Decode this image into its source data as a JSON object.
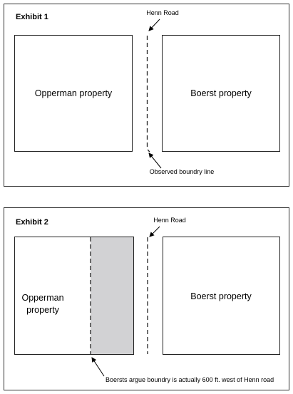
{
  "exhibit1": {
    "title": "Exhibit 1",
    "road_label": "Henn Road",
    "left_property": "Opperman property",
    "right_property": "Boerst property",
    "boundary_label": "Observed boundry line"
  },
  "exhibit2": {
    "title": "Exhibit 2",
    "road_label": "Henn Road",
    "left_property_line1": "Opperman",
    "left_property_line2": "property",
    "right_property": "Boerst property",
    "claim_label": "Boersts argue boundry is actually 600 ft. west of Henn road"
  },
  "colors": {
    "line": "#333333",
    "disputed_strip": "#d2d2d4"
  }
}
